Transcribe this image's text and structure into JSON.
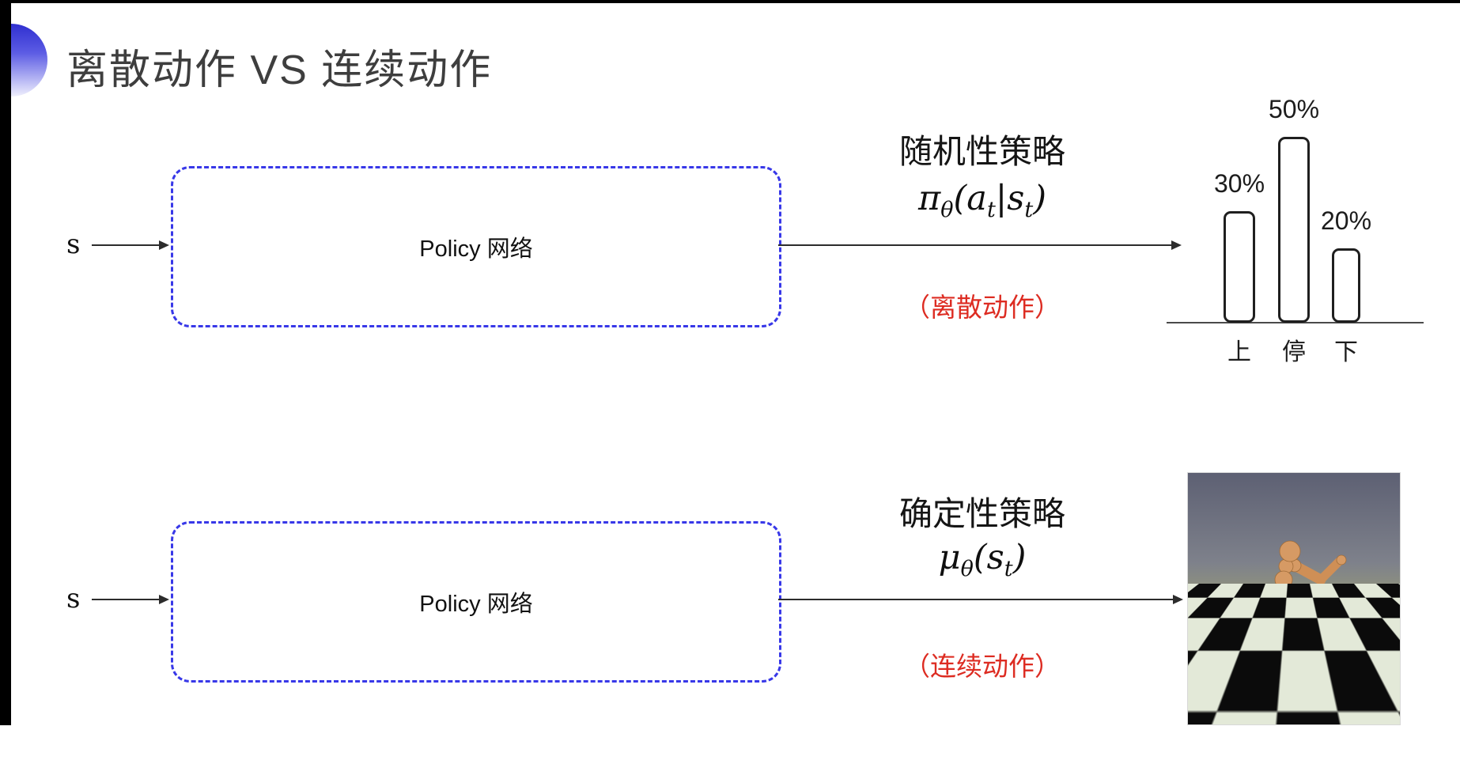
{
  "title": "离散动作 VS 连续动作",
  "rows": {
    "stochastic": {
      "input": "s",
      "network": "Policy 网络",
      "policy_name": "随机性策略",
      "formula": {
        "sym": "π",
        "sub": "θ",
        "args": [
          "(",
          "a",
          "t",
          "|",
          "s",
          "t",
          ")"
        ]
      },
      "action_type": "（离散动作）"
    },
    "deterministic": {
      "input": "s",
      "network": "Policy 网络",
      "policy_name": "确定性策略",
      "formula": {
        "sym": "μ",
        "sub": "θ",
        "args": [
          "(",
          "s",
          "t",
          ")"
        ]
      },
      "action_type": "（连续动作）"
    }
  },
  "chart_data": {
    "type": "bar",
    "categories": [
      "上",
      "停",
      "下"
    ],
    "values": [
      30,
      50,
      20
    ],
    "value_labels": [
      "30%",
      "50%",
      "20%"
    ],
    "title": "",
    "xlabel": "",
    "ylabel": "",
    "ylim": [
      0,
      55
    ],
    "grid": false,
    "legend": "none"
  },
  "colors": {
    "box_border": "#3838e8",
    "accent_red": "#dd2c22",
    "title_gray": "#3e3e3e",
    "text_dark": "#1c1c1c"
  }
}
